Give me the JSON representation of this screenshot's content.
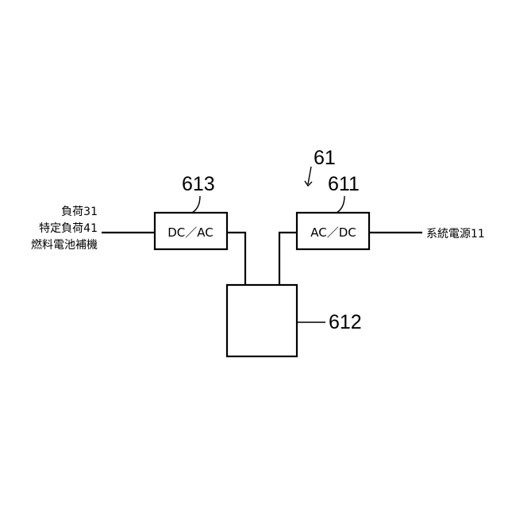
{
  "diagram": {
    "system_ref": "61",
    "blocks": {
      "ac_dc": {
        "ref": "611",
        "label": "AC／DC"
      },
      "center": {
        "ref": "612"
      },
      "dc_ac": {
        "ref": "613",
        "label": "DC／AC"
      }
    },
    "right_terminal": [
      "系統電源11"
    ],
    "left_terminal": [
      "負荷31",
      "特定負荷41",
      "燃料電池補機"
    ]
  }
}
